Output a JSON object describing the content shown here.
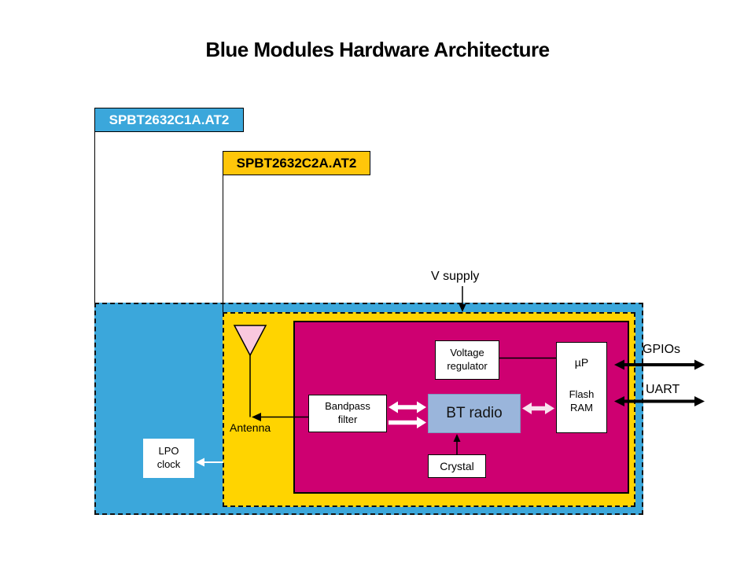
{
  "title": "Blue Modules Hardware Architecture",
  "modules": {
    "outer": {
      "label": "SPBT2632C1A.AT2"
    },
    "inner": {
      "label": "SPBT2632C2A.AT2"
    }
  },
  "labels": {
    "v_supply": "V supply",
    "antenna": "Antenna",
    "gpios": "GPIOs",
    "uart": "UART"
  },
  "blocks": {
    "voltage_regulator": {
      "line1": "Voltage",
      "line2": "regulator"
    },
    "bandpass_filter": {
      "line1": "Bandpass",
      "line2": "filter"
    },
    "bt_radio": {
      "label": "BT radio"
    },
    "crystal": {
      "label": "Crystal"
    },
    "micro": {
      "up": "µP",
      "flash": "Flash",
      "ram": "RAM"
    },
    "lpo_clock": {
      "line1": "LPO",
      "line2": "clock"
    }
  },
  "colors": {
    "module_blue": "#3BA7DB",
    "module_yellow": "#FFD400",
    "label_yellow": "#FFC60A",
    "die_magenta": "#CE0071",
    "bt_radio_fill": "#9AB5DB",
    "antenna_pink": "#F9C8DE",
    "arrow_white": "#FFFFFF",
    "arrow_pale_pink": "#F8E3EE",
    "arrow_black": "#000000"
  }
}
